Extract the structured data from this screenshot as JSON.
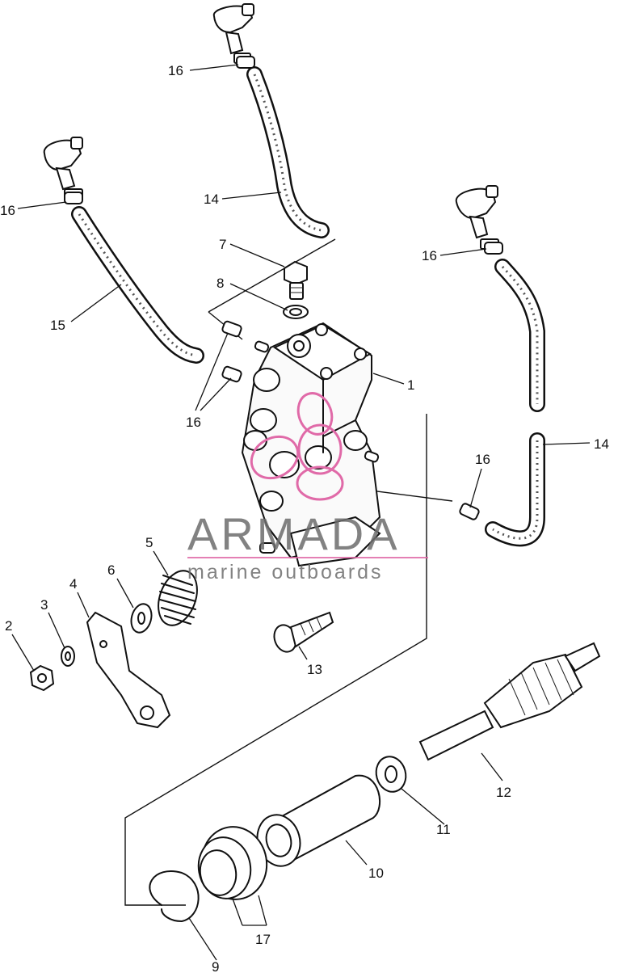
{
  "callouts": {
    "c16a": "16",
    "c16b": "16",
    "c16c": "16",
    "c16d": "16",
    "c16e": "16",
    "c14a": "14",
    "c14b": "14",
    "c15": "15",
    "c7": "7",
    "c8": "8",
    "c1": "1",
    "c5": "5",
    "c6": "6",
    "c4": "4",
    "c3": "3",
    "c2": "2",
    "c13": "13",
    "c12": "12",
    "c11": "11",
    "c10": "10",
    "c9": "9",
    "c17": "17"
  },
  "watermark": {
    "brand": "ARMADA",
    "tagline": "marine outboards",
    "accent_color": "#e06aa8"
  }
}
